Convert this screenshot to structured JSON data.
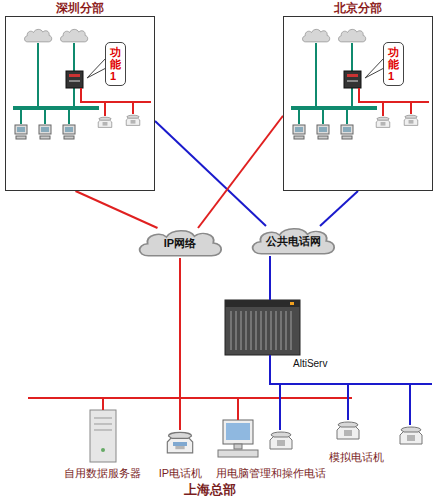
{
  "diagram": {
    "nodes": [
      {
        "text": [
          "深圳分部"
        ]
      },
      {
        "text": [
          "功能1"
        ],
        "in": 0
      },
      {
        "text": [
          "北京分部"
        ]
      },
      {
        "text": [
          "功能1"
        ],
        "in": 2
      },
      {
        "text": [
          "IP网络"
        ]
      },
      {
        "text": [
          "公共电话网"
        ]
      },
      {
        "text": [
          "AltiServ"
        ]
      },
      {
        "text": [
          "自用数据服务器"
        ]
      },
      {
        "text": [
          "IP电话机"
        ]
      },
      {
        "text": [
          "用电脑管理和操作电话"
        ]
      },
      {
        "text": [
          "模拟电话机"
        ]
      }
    ],
    "edges": [
      {
        "from": 0,
        "to": 4,
        "arrow": "none"
      },
      {
        "from": 0,
        "to": 5,
        "arrow": "none"
      },
      {
        "from": 2,
        "to": 4,
        "arrow": "none"
      },
      {
        "from": 2,
        "to": 5,
        "arrow": "none"
      },
      {
        "from": 4,
        "to": 7,
        "arrow": "none"
      },
      {
        "from": 4,
        "to": 8,
        "arrow": "none"
      },
      {
        "from": 4,
        "to": 9,
        "arrow": "none"
      },
      {
        "from": 5,
        "to": 6,
        "arrow": "none"
      },
      {
        "from": 6,
        "to": 10,
        "arrow": "none"
      }
    ],
    "labels": [
      "上海总部"
    ]
  }
}
